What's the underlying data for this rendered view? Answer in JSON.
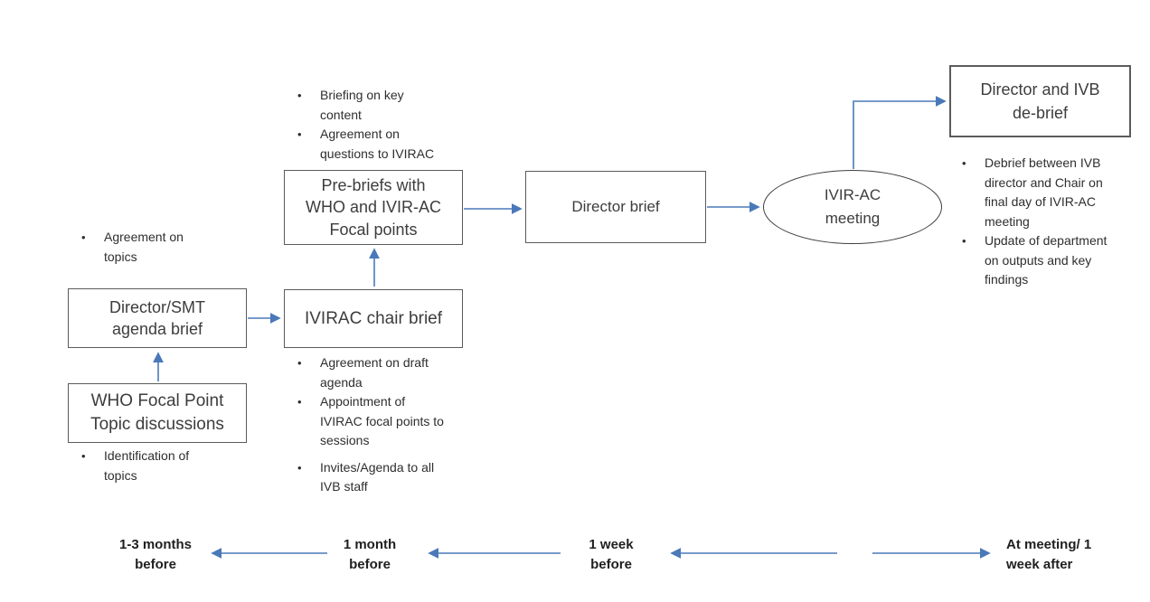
{
  "colors": {
    "arrow_blue": "#4a79b9",
    "box_border": "#5b5b5b",
    "ellipse_border": "#3f3f3f",
    "text_dark": "#2e2e2e"
  },
  "nodes": {
    "who_focal_point": "WHO Focal Point Topic discussions",
    "director_smt": "Director/SMT agenda brief",
    "ivirac_chair": "IVIRAC chair brief",
    "pre_briefs": "Pre-briefs with WHO and IVIR-AC Focal points",
    "director_brief": "Director brief",
    "ivirac_meeting": "IVIR-AC meeting",
    "director_ivb_debrief": "Director and IVB de-brief"
  },
  "notes": {
    "agenda_brief": [
      "Agreement on topics"
    ],
    "topic_discussions": [
      "Identification of topics"
    ],
    "pre_briefs": [
      "Briefing on key content",
      "Agreement on questions to IVIRAC"
    ],
    "chair_brief": [
      "Agreement on draft agenda",
      "Appointment of IVIRAC focal points to sessions",
      "Invites/Agenda to all IVB staff"
    ],
    "debrief": [
      "Debrief between IVB director and Chair on final day of IVIR-AC meeting",
      "Update of department on outputs and key findings"
    ]
  },
  "timeline": [
    "1-3 months before",
    "1 month before",
    "1 week before",
    "At meeting/ 1 week after"
  ]
}
